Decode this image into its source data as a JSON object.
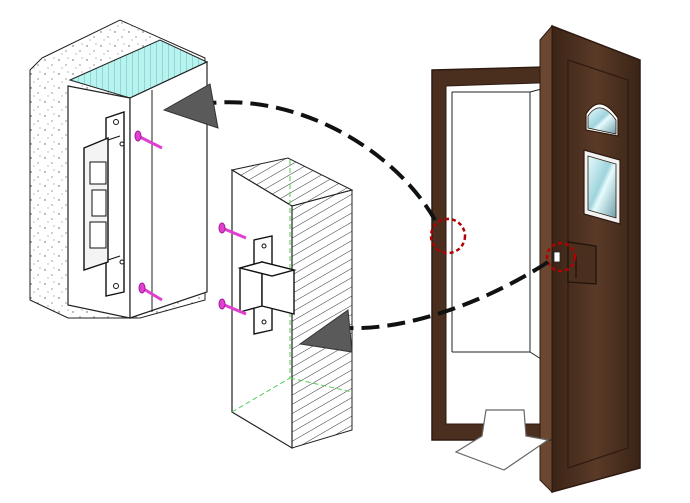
{
  "diagram": {
    "callouts": [
      {
        "name": "frame-strike-callout",
        "target": "electric-strike-assembly"
      },
      {
        "name": "door-latch-callout",
        "target": "latch-block-assembly"
      }
    ],
    "colors": {
      "door_brown": "#4a2f1f",
      "door_brown_dark": "#2e1a10",
      "door_brown_light": "#6b4631",
      "frame_fill": "#ffffff",
      "wall_hatch": "#222222",
      "insulation_cyan": "#a8efec",
      "screw_magenta": "#e040d0",
      "callout_red": "#b00000",
      "guide_green": "#55cc55",
      "arrow_gray": "#5a5a5a",
      "glass_light": "#bfe9ef",
      "glass_dark": "#6c9ea8"
    },
    "icons": [
      "electric-strike-icon",
      "latch-block-icon",
      "door-icon",
      "swing-direction-arrow-icon"
    ]
  }
}
